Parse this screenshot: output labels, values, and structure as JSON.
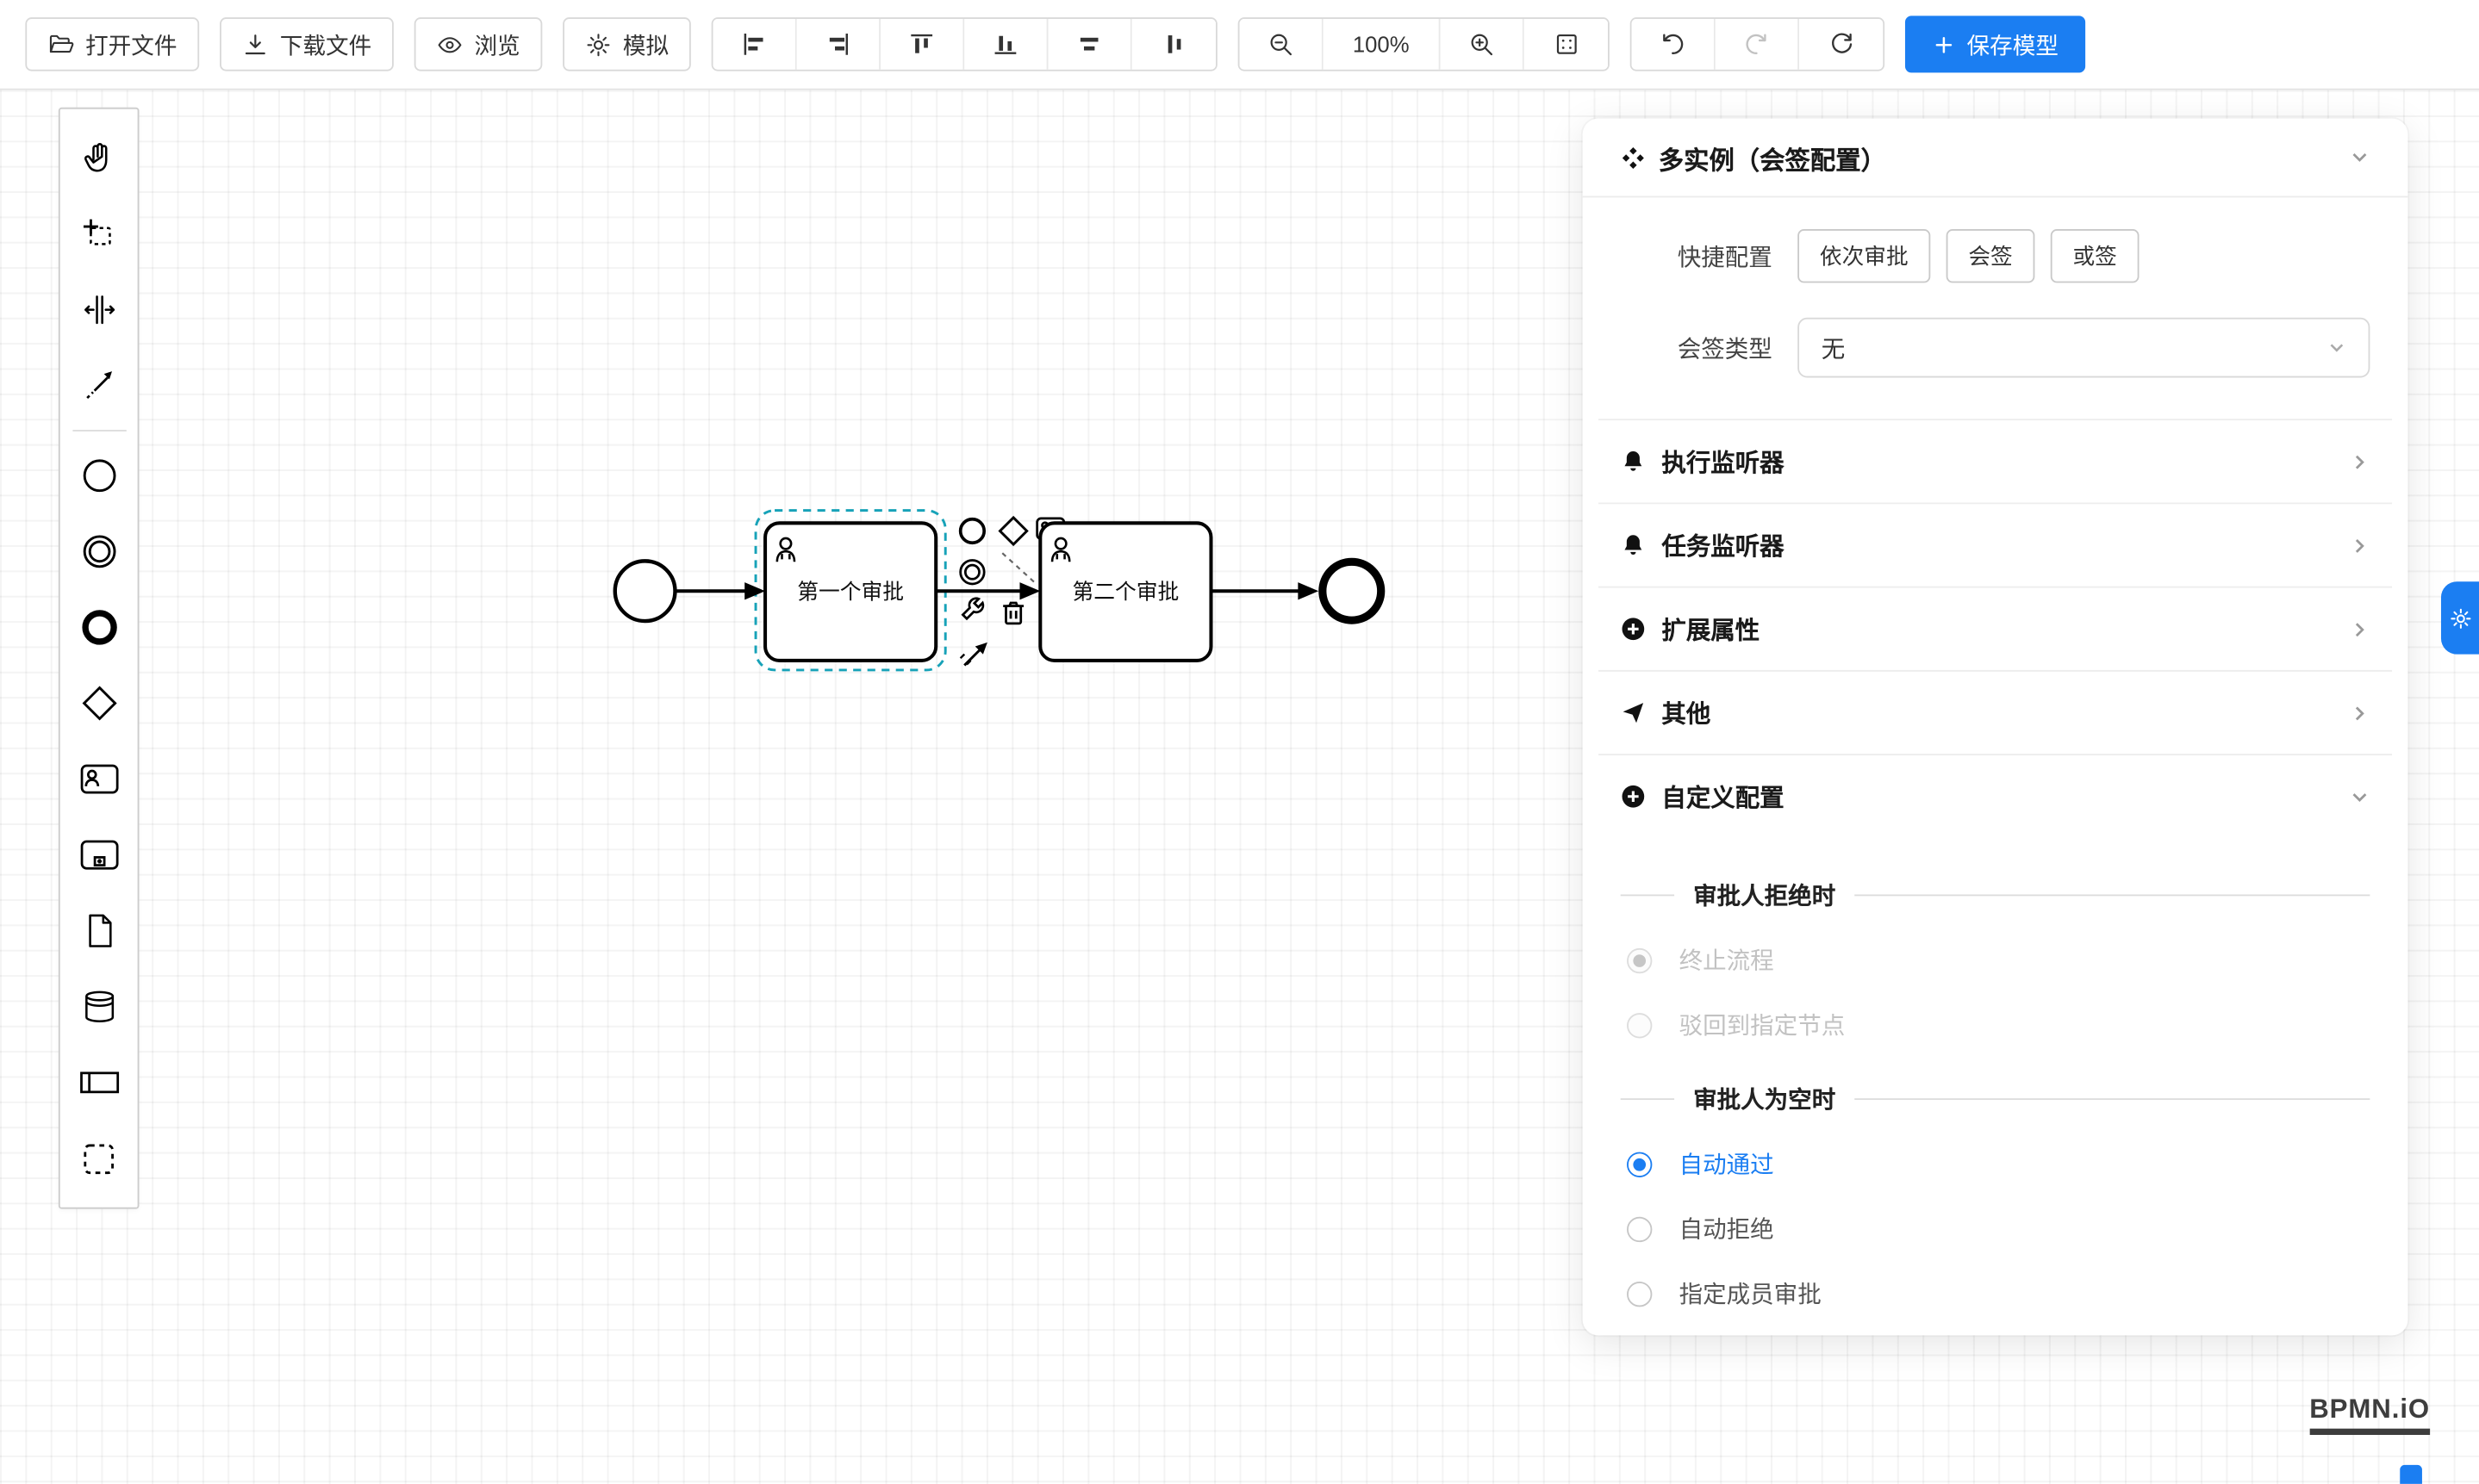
{
  "colors": {
    "accent": "#1b7ef2",
    "selection": "#17a2b8"
  },
  "toolbar": {
    "open_label": "打开文件",
    "download_label": "下载文件",
    "preview_label": "浏览",
    "simulate_label": "模拟",
    "zoom_level": "100%",
    "save_label": "保存模型"
  },
  "diagram": {
    "task1_label": "第一个审批",
    "task2_label": "第二个审批"
  },
  "panel": {
    "title": "多实例（会签配置）",
    "quick_config_label": "快捷配置",
    "quick_options": [
      "依次审批",
      "会签",
      "或签"
    ],
    "sign_type_label": "会签类型",
    "sign_type_value": "无",
    "sections": [
      "执行监听器",
      "任务监听器",
      "扩展属性",
      "其他",
      "自定义配置"
    ],
    "reject_group_title": "审批人拒绝时",
    "reject_options": [
      "终止流程",
      "驳回到指定节点"
    ],
    "empty_group_title": "审批人为空时",
    "empty_options": [
      "自动通过",
      "自动拒绝",
      "指定成员审批"
    ]
  },
  "logo_text": "BPMN.iO"
}
